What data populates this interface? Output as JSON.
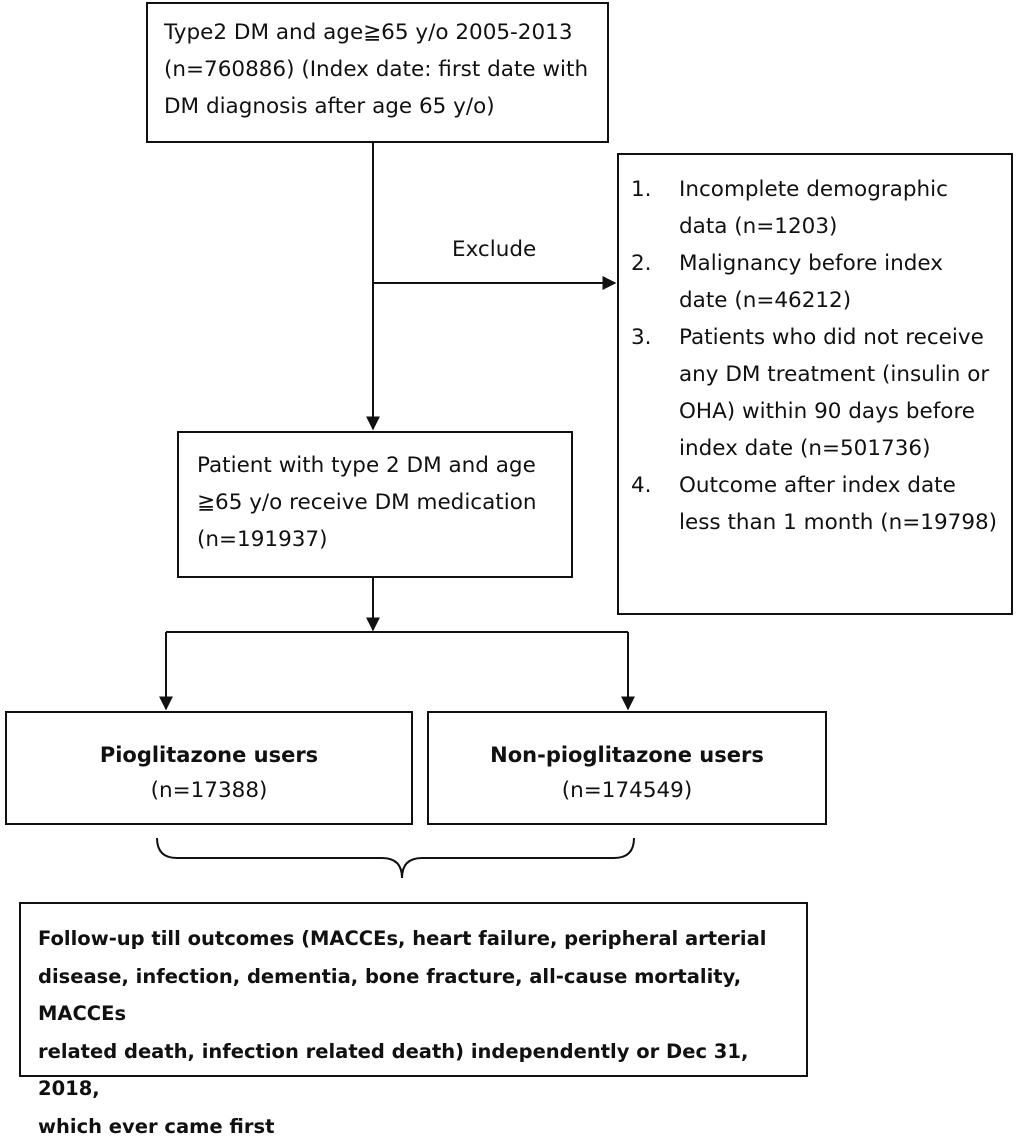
{
  "boxes": {
    "top": {
      "lines": [
        "Type2 DM and age≧65 y/o 2005-2013",
        "(n=760886) (Index date: first date with",
        "DM diagnosis after age 65 y/o)"
      ]
    },
    "middle": {
      "lines": [
        "Patient with type 2 DM and age",
        "≧65 y/o receive DM medication",
        "(n=191937)"
      ]
    },
    "exclusion": {
      "label": "Exclude",
      "items": [
        {
          "num": "1.",
          "lines": [
            "Incomplete demographic",
            "data (n=1203)"
          ]
        },
        {
          "num": "2.",
          "lines": [
            "Malignancy before index",
            "date (n=46212)"
          ]
        },
        {
          "num": "3.",
          "lines": [
            "Patients who did not receive",
            "any DM treatment (insulin or",
            "OHA) within 90 days before",
            "index date (n=501736)"
          ]
        },
        {
          "num": "4.",
          "lines": [
            "Outcome after index date",
            "less than 1 month (n=19798)"
          ]
        }
      ]
    },
    "pioglitazone": {
      "label": "Pioglitazone users",
      "count": "(n=17388)"
    },
    "non_pioglitazone": {
      "label": "Non-pioglitazone users",
      "count": "(n=174549)"
    },
    "followup": {
      "lines": [
        "Follow-up till outcomes (MACCEs, heart failure, peripheral arterial",
        "disease, infection, dementia, bone fracture, all-cause mortality, MACCEs",
        "related death, infection related death) independently or Dec 31, 2018,",
        "which ever came first"
      ]
    }
  },
  "colors": {
    "stroke": "#111111",
    "background": "#ffffff"
  }
}
